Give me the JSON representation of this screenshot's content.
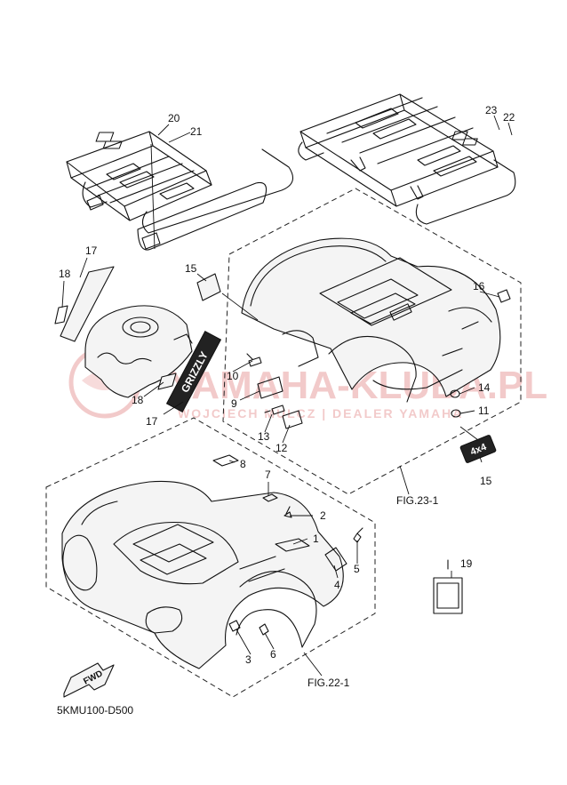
{
  "diagram_code": "5KMU100-D500",
  "fwd_label": "FWD",
  "fig_refs": [
    "FIG.23-1",
    "FIG.22-1"
  ],
  "decal_texts": {
    "grizzly": "GRIZZLY",
    "four_by_four": "4x4"
  },
  "watermark": {
    "main": "YAMAHA-KLUBA.PL",
    "sub": "WOJCIECH MULCZ | DEALER YAMAHA",
    "color": "#e8a0a0"
  },
  "callouts": [
    "1",
    "2",
    "3",
    "4",
    "5",
    "6",
    "7",
    "8",
    "9",
    "10",
    "11",
    "12",
    "13",
    "14",
    "15",
    "16",
    "17",
    "18",
    "19",
    "20",
    "21",
    "22",
    "23"
  ]
}
